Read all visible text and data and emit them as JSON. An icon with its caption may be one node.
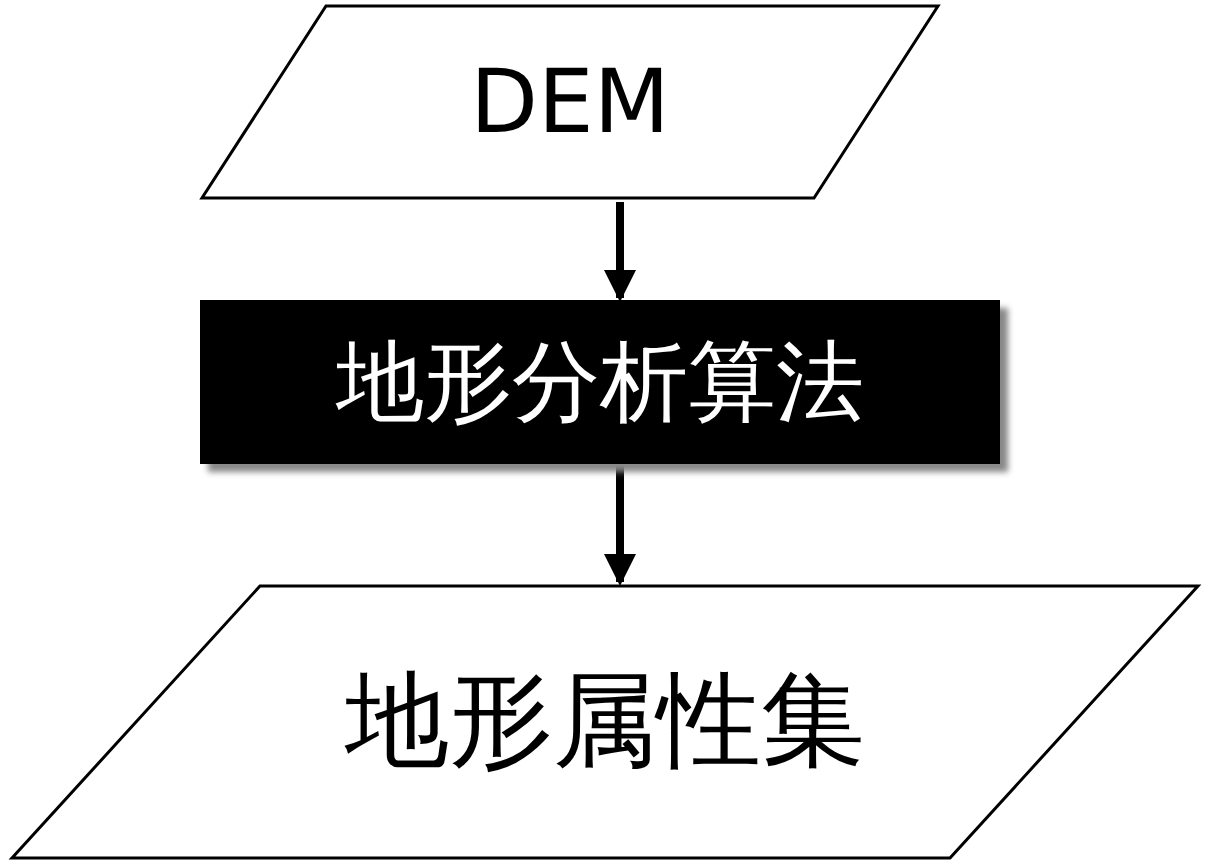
{
  "diagram": {
    "nodes": [
      {
        "text": [
          "DEM"
        ]
      },
      {
        "text": [
          "地形分析算法"
        ]
      },
      {
        "text": [
          "地形属性集"
        ]
      }
    ],
    "edges": [
      {
        "from": 0,
        "to": 1,
        "arrow": "to"
      },
      {
        "from": 1,
        "to": 2,
        "arrow": "to"
      }
    ]
  }
}
